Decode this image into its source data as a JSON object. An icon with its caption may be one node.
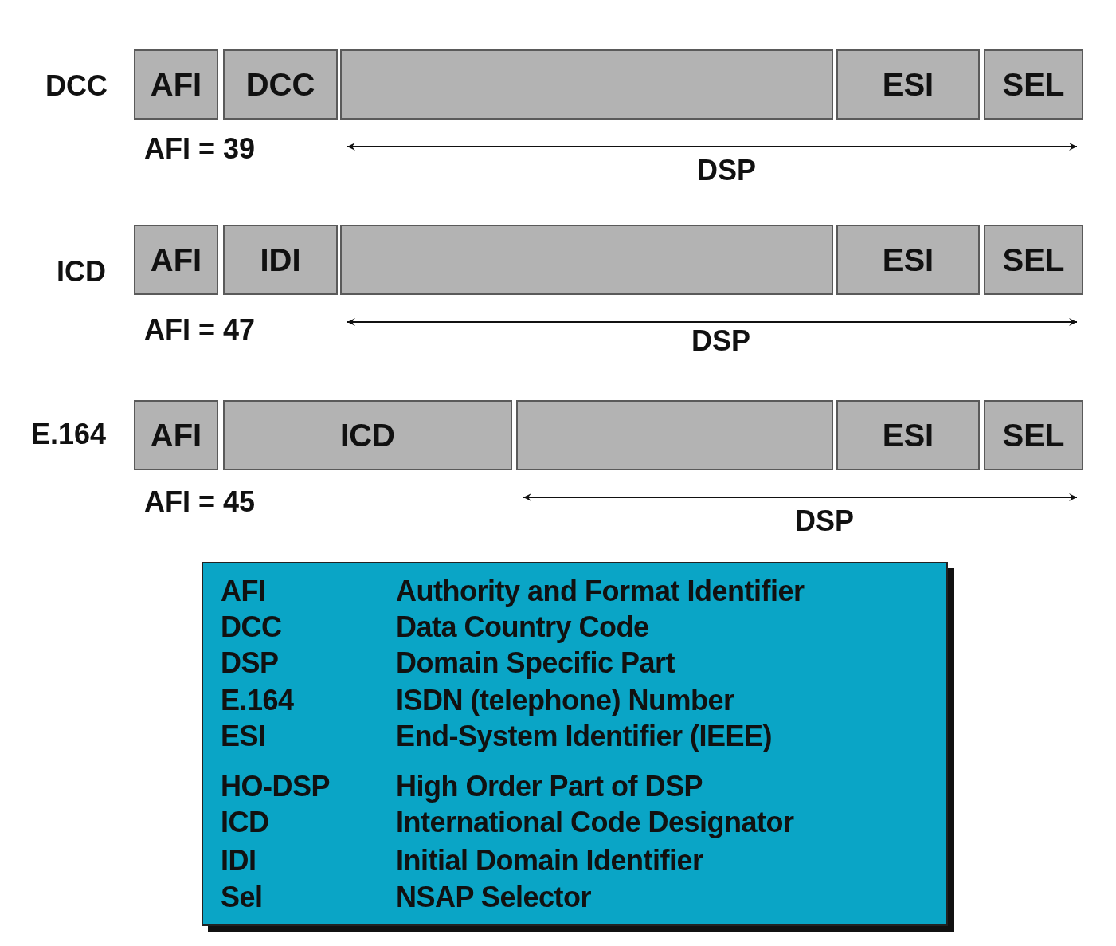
{
  "diagram": {
    "nodes": [
      {
        "text": [
          "AFI"
        ]
      },
      {
        "text": [
          "DCC"
        ]
      },
      {
        "text": [],
        "shape": "box"
      },
      {
        "text": [
          "ESI"
        ]
      },
      {
        "text": [
          "SEL"
        ]
      },
      {
        "text": [
          "AFI"
        ]
      },
      {
        "text": [
          "IDI"
        ]
      },
      {
        "text": [],
        "shape": "box"
      },
      {
        "text": [
          "ESI"
        ]
      },
      {
        "text": [
          "SEL"
        ]
      },
      {
        "text": [
          "AFI"
        ]
      },
      {
        "text": [
          "ICD"
        ]
      },
      {
        "text": [],
        "shape": "box"
      },
      {
        "text": [
          "ESI"
        ]
      },
      {
        "text": [
          "SEL"
        ]
      },
      {
        "text": [
          "AFI",
          "Authority and Format Identifier",
          "DCC",
          "Data Country Code",
          "DSP",
          "Domain Specific Part",
          "E.164",
          "ISDN (telephone) Number",
          "ESI",
          "End-System Identifier (IEEE)",
          "HO-DSP",
          "High Order Part of DSP",
          "ICD",
          "International Code Designator",
          "IDI",
          "Initial Domain Identifier",
          "Sel",
          "NSAP Selector"
        ]
      }
    ],
    "edges": [],
    "labels": [
      "DCC",
      "AFI = 39",
      "DSP",
      "ICD",
      "AFI = 47",
      "DSP",
      "E.164",
      "AFI = 45",
      "DSP"
    ]
  }
}
